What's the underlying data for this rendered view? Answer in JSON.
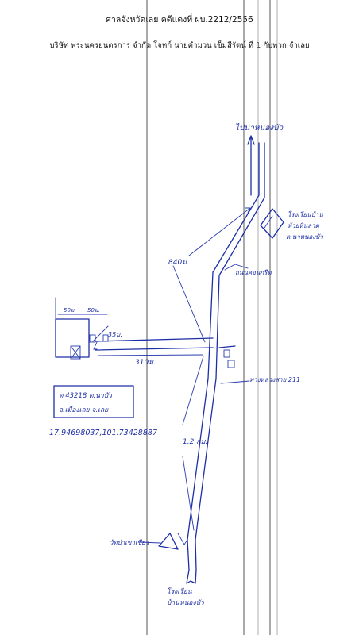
{
  "header": {
    "court_case": "ศาลจังหวัดเลย คดีแดงที่ ผบ.2212/2556",
    "parties": "บริษัท พระนครยนตรการ จำกัด โจทก์ นายคำมวน เข็มสีรัตน์ ที่ 1 กับพวก จำเลย"
  },
  "map_labels": {
    "north_destination": "ไปนาหนองบัว",
    "school_top": "โรงเรียนบ้าน",
    "school_top_2": "ห้วยหินลาด",
    "school_top_3": "ต.นาหนองบัว",
    "dist_840": "840ม.",
    "village_road": "ถนนคอนกรีต",
    "lot_width": "50ม.",
    "lot_depth": "50ม.",
    "dist_35": "35ม.",
    "dist_310": "310ม.",
    "highway": "ทางหลวงสาย 211",
    "address_line1": "ต.43218 ต.นาบัว",
    "address_line2": "อ.เมืองเลย จ.เลย",
    "coordinates": "17.94698037,101.73428887",
    "dist_1km": "1.2 กม.",
    "temple": "วัดป่าเขาเขียว",
    "school_bottom": "โรงเรียน",
    "school_bottom_2": "บ้านหนองบัว"
  }
}
